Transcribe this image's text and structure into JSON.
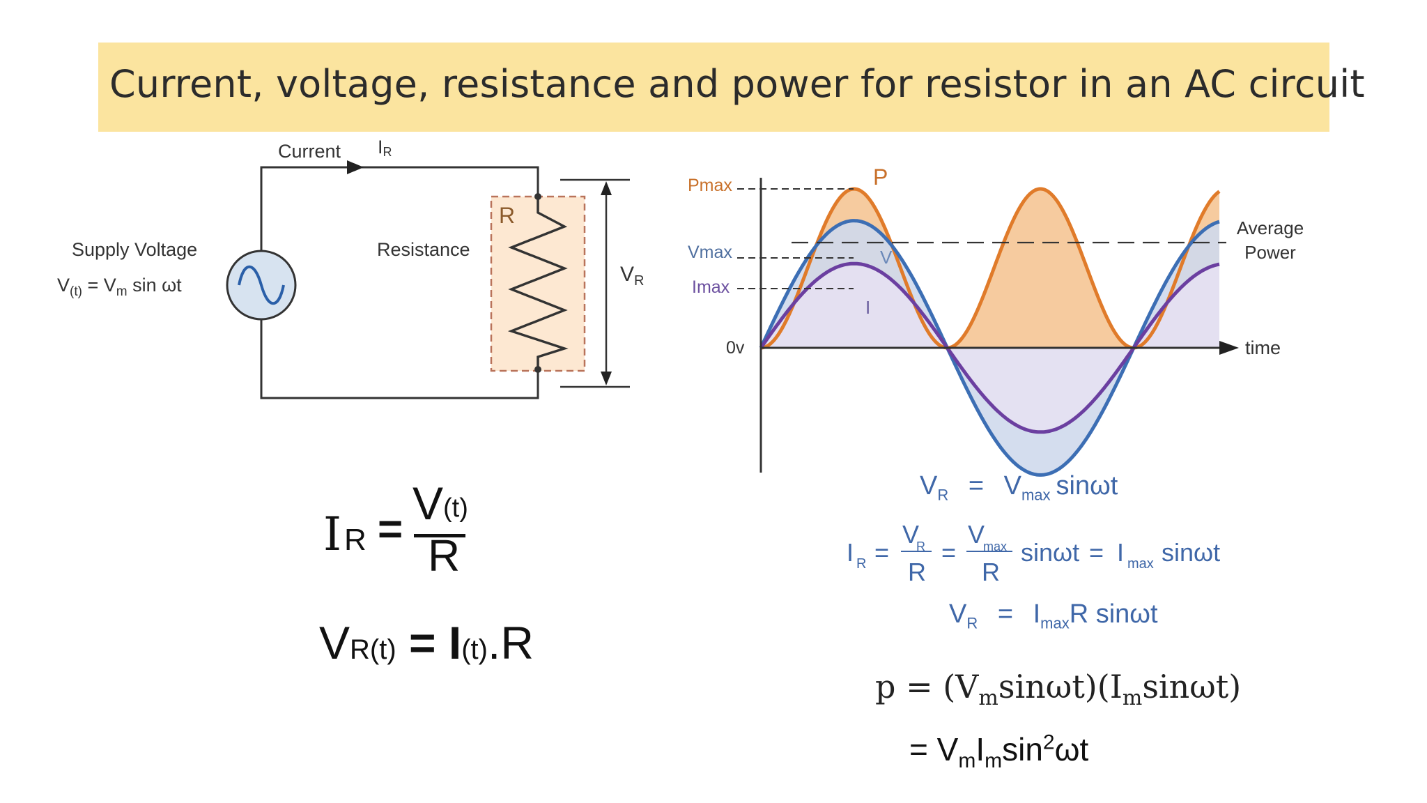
{
  "title": "Current, voltage, resistance and power for resistor in an AC circuit",
  "circuit": {
    "current_label": "Current",
    "ir_main": "I",
    "ir_sub": "R",
    "supply_label": "Supply Voltage",
    "supply_eq_v": "V",
    "supply_eq_sub": "(t)",
    "supply_eq_rest": " = V",
    "supply_eq_m": "m",
    "supply_eq_tail": " sin ωt",
    "resistance_label": "Resistance",
    "r_label": "R",
    "vr_main": "V",
    "vr_sub": "R"
  },
  "chart_labels": {
    "pmax": "Pmax",
    "vmax": "Vmax",
    "imax": "Imax",
    "zero": "0v",
    "p": "P",
    "v": "V",
    "i": "I",
    "avg_power_1": "Average",
    "avg_power_2": "Power",
    "time": "time"
  },
  "chart_data": {
    "type": "line",
    "xlabel": "time",
    "series": [
      {
        "name": "P",
        "color": "#e07b2a",
        "amplitude": 1.0,
        "form": "sin^2"
      },
      {
        "name": "V",
        "color": "#3c6eb4",
        "amplitude": 0.8,
        "form": "sin"
      },
      {
        "name": "I",
        "color": "#6b3fa0",
        "amplitude": 0.53,
        "form": "sin"
      }
    ],
    "reference_lines": [
      "Pmax",
      "Vmax",
      "Imax",
      "Average Power"
    ]
  },
  "equations_left": {
    "eq1_I": "I",
    "eq1_R_sub": "R",
    "eq1_eq": "=",
    "eq1_num_V": "V",
    "eq1_num_sub": "(t)",
    "eq1_den": "R",
    "eq2_V": "V",
    "eq2_sub": "R(t)",
    "eq2_mid": " = I",
    "eq2_sub2": "(t)",
    "eq2_tail": ".R"
  },
  "equations_right": {
    "l1_a": "V",
    "l1_a_sub": "R",
    "l1_eq": "=",
    "l1_b": "V",
    "l1_b_sub": "max",
    "l1_c": "sinωt",
    "l2_I": "I",
    "l2_I_sub": "R",
    "l2_eq1": "=",
    "l2_frac1_num": "V",
    "l2_frac1_num_sub": "R",
    "l2_frac1_den": "R",
    "l2_eq2": "=",
    "l2_frac2_num": "V",
    "l2_frac2_num_sub": "max",
    "l2_frac2_den": "R",
    "l2_sin": "sinωt",
    "l2_eq3": "=",
    "l2_I2": "I",
    "l2_I2_sub": "max",
    "l2_sin2": "sinωt",
    "l3_a": "V",
    "l3_a_sub": "R",
    "l3_eq": "=",
    "l3_b": "I",
    "l3_b_sub": "max",
    "l3_c": "R sinωt",
    "p_line_a": "p = (V",
    "p_line_sub1": "m",
    "p_line_b": "sinωt)(I",
    "p_line_sub2": "m",
    "p_line_c": "sinωt)",
    "last_a": "= V",
    "last_sub1": "m",
    "last_b": "I",
    "last_sub2": "m",
    "last_c": "sin",
    "last_sup": "2",
    "last_d": "ωt"
  }
}
